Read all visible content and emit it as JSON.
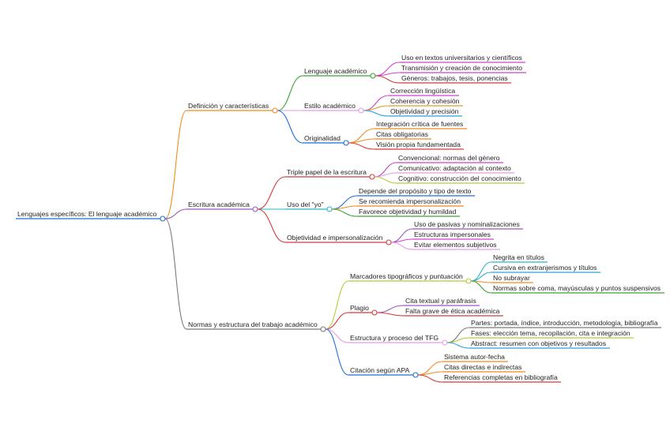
{
  "root": {
    "label": "Lenguajes específicos: El lenguaje académico",
    "color": "#1e6fd9",
    "children": [
      {
        "label": "Definición y características",
        "color": "#f08a1e",
        "children": [
          {
            "label": "Lenguaje académico",
            "color": "#3aa635",
            "children": [
              {
                "label": "Uso en textos universitarios y científicos",
                "color": "#cc44cc"
              },
              {
                "label": "Transmisión y creación de conocimiento",
                "color": "#cc44cc"
              },
              {
                "label": "Géneros: trabajos, tesis, ponencias",
                "color": "#d23c3c"
              }
            ]
          },
          {
            "label": "Estilo académico",
            "color": "#e69ce6",
            "children": [
              {
                "label": "Corrección lingüística",
                "color": "#cc44cc"
              },
              {
                "label": "Coherencia y cohesión",
                "color": "#e39c2a"
              },
              {
                "label": "Objetividad y precisión",
                "color": "#2aa3d9"
              }
            ]
          },
          {
            "label": "Originalidad",
            "color": "#1e6fd9",
            "children": [
              {
                "label": "Integración crítica de fuentes",
                "color": "#f08a1e"
              },
              {
                "label": "Citas obligatorias",
                "color": "#f08a1e"
              },
              {
                "label": "Visión propia fundamentada",
                "color": "#d23c3c"
              }
            ]
          }
        ]
      },
      {
        "label": "Escritura académica",
        "color": "#9b59b6",
        "children": [
          {
            "label": "Triple papel de la escritura",
            "color": "#d23c3c",
            "children": [
              {
                "label": "Convencional: normas del género",
                "color": "#cc44cc"
              },
              {
                "label": "Comunicativo: adaptación al contexto",
                "color": "#e69ce6"
              },
              {
                "label": "Cognitivo: construcción del conocimiento",
                "color": "#b8c93a"
              }
            ]
          },
          {
            "label": "Uso del \"yo\"",
            "color": "#2ab7c9",
            "children": [
              {
                "label": "Depende del propósito y tipo de texto",
                "color": "#1e6fd9"
              },
              {
                "label": "Se recomienda impersonalización",
                "color": "#f08a1e"
              },
              {
                "label": "Favorece objetividad y humildad",
                "color": "#3aa635"
              }
            ]
          },
          {
            "label": "Objetividad e impersonalización",
            "color": "#d23c3c",
            "children": [
              {
                "label": "Uso de pasivas y nominalizaciones",
                "color": "#9b59b6"
              },
              {
                "label": "Estructuras impersonales",
                "color": "#cc44cc"
              },
              {
                "label": "Evitar elementos subjetivos",
                "color": "#e69ce6"
              }
            ]
          }
        ]
      },
      {
        "label": "Normas y estructura del trabajo académico",
        "color": "#7a7a7a",
        "children": [
          {
            "label": "Marcadores tipográficos y puntuación",
            "color": "#b8c93a",
            "children": [
              {
                "label": "Negrita en títulos",
                "color": "#2ab7c9"
              },
              {
                "label": "Cursiva en extranjerismos y títulos",
                "color": "#2aa3d9"
              },
              {
                "label": "No subrayar",
                "color": "#f08a1e"
              },
              {
                "label": "Normas sobre coma, mayúsculas y puntos suspensivos",
                "color": "#3aa635"
              }
            ]
          },
          {
            "label": "Plagio",
            "color": "#d23c3c",
            "children": [
              {
                "label": "Cita textual y paráfrasis",
                "color": "#9b59b6"
              },
              {
                "label": "Falta grave de ética académica",
                "color": "#d23c3c"
              }
            ]
          },
          {
            "label": "Estructura y proceso del TFG",
            "color": "#e69ce6",
            "children": [
              {
                "label": "Partes: portada, índice, introducción, metodología, bibliografía",
                "color": "#7a7a7a"
              },
              {
                "label": "Fases: elección tema, recopilación, cita e integración",
                "color": "#b8c93a"
              },
              {
                "label": "Abstract: resumen con objetivos y resultados",
                "color": "#2aa3d9"
              }
            ]
          },
          {
            "label": "Citación según APA",
            "color": "#1e6fd9",
            "children": [
              {
                "label": "Sistema autor-fecha",
                "color": "#f08a1e"
              },
              {
                "label": "Citas directas e indirectas",
                "color": "#f08a1e"
              },
              {
                "label": "Referencias completas en bibliografía",
                "color": "#d23c3c"
              }
            ]
          }
        ]
      }
    ]
  }
}
